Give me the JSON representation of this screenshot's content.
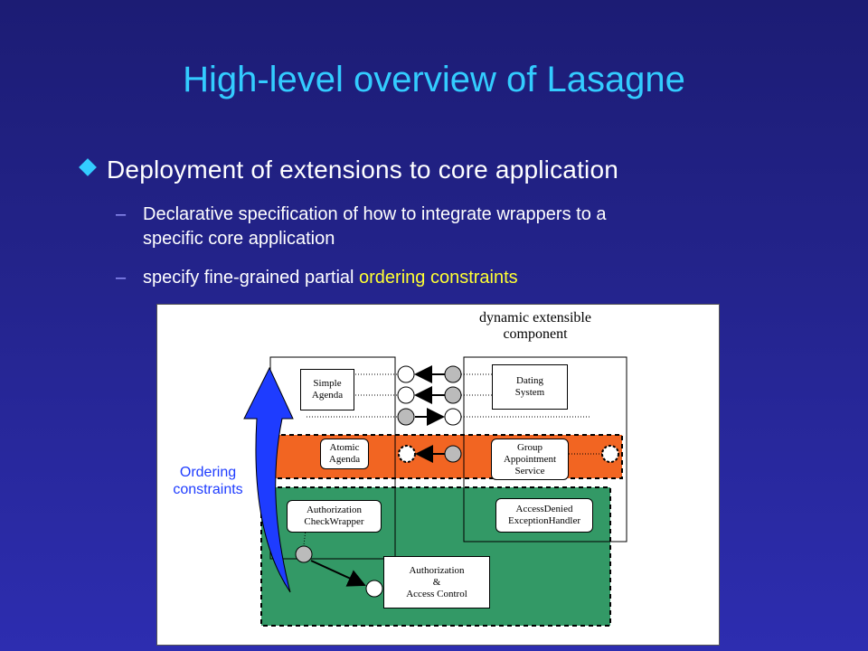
{
  "slide": {
    "title": "High-level overview of Lasagne",
    "bullet": "Deployment of extensions to core application",
    "subbullets": [
      {
        "text_line1": "Declarative specification of how to integrate wrappers to a",
        "text_line2": "specific core application"
      },
      {
        "text_plain": "specify fine-grained partial ",
        "text_highlight": "ordering constraints"
      }
    ]
  },
  "diagram": {
    "component_label_line1": "dynamic extensible",
    "component_label_line2": "component",
    "ordering_label_line1": "Ordering",
    "ordering_label_line2": "constraints",
    "boxes": {
      "simple_agenda_1": "Simple",
      "simple_agenda_2": "Agenda",
      "dating_system_1": "Dating",
      "dating_system_2": "System",
      "atomic_agenda_1": "Atomic",
      "atomic_agenda_2": "Agenda",
      "group_service_1": "Group",
      "group_service_2": "Appointment",
      "group_service_3": "Service",
      "auth_wrapper_1": "Authorization",
      "auth_wrapper_2": "CheckWrapper",
      "access_denied_1": "AccessDenied",
      "access_denied_2": "ExceptionHandler",
      "auth_control_1": "Authorization",
      "auth_control_2": "&",
      "auth_control_3": "Access Control"
    },
    "colors": {
      "orange_layer": "#f26522",
      "green_layer": "#339966",
      "arrow_blue": "#1e3cff",
      "title_cyan": "#33ccff",
      "highlight_yellow": "#ffff33"
    }
  }
}
